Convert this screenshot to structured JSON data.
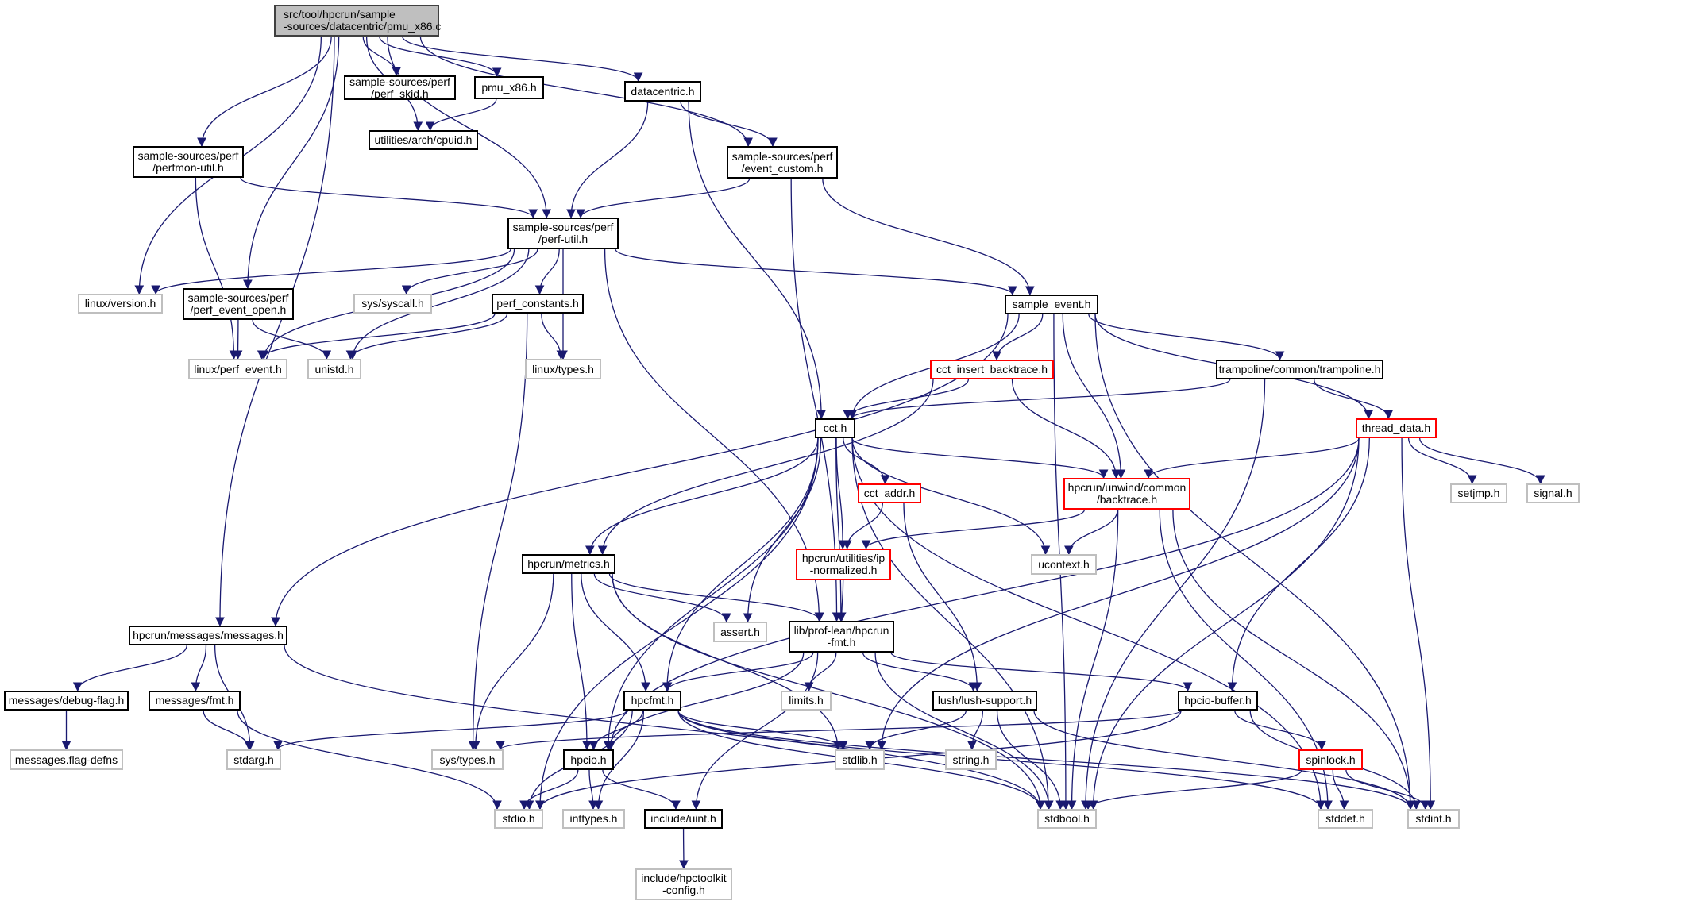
{
  "graph": {
    "title": "src/tool/hpcrun/sample-sources/datacentric/pmu_x86.c",
    "colors": {
      "edge": "#191970",
      "root_fill": "#bfbfbf",
      "node_border": "#000000",
      "external_border": "#bfbfbf",
      "truncated_border": "#ff0000"
    },
    "nodes": [
      {
        "id": "root",
        "label": "src/tool/hpcrun/sample\n-sources/datacentric/pmu_x86.c",
        "kind": "root"
      },
      {
        "id": "perf_skid",
        "label": "sample-sources/perf\n/perf_skid.h",
        "kind": "normal"
      },
      {
        "id": "pmu_x86",
        "label": "pmu_x86.h",
        "kind": "normal"
      },
      {
        "id": "datacentric",
        "label": "datacentric.h",
        "kind": "normal"
      },
      {
        "id": "cpuid",
        "label": "utilities/arch/cpuid.h",
        "kind": "normal"
      },
      {
        "id": "perfmon_util",
        "label": "sample-sources/perf\n/perfmon-util.h",
        "kind": "normal"
      },
      {
        "id": "event_custom",
        "label": "sample-sources/perf\n/event_custom.h",
        "kind": "normal"
      },
      {
        "id": "perf_util",
        "label": "sample-sources/perf\n/perf-util.h",
        "kind": "normal"
      },
      {
        "id": "linux_version",
        "label": "linux/version.h",
        "kind": "external"
      },
      {
        "id": "perf_event_open",
        "label": "sample-sources/perf\n/perf_event_open.h",
        "kind": "normal"
      },
      {
        "id": "sys_syscall",
        "label": "sys/syscall.h",
        "kind": "external"
      },
      {
        "id": "perf_constants",
        "label": "perf_constants.h",
        "kind": "normal"
      },
      {
        "id": "sample_event",
        "label": "sample_event.h",
        "kind": "normal"
      },
      {
        "id": "linux_perf_event",
        "label": "linux/perf_event.h",
        "kind": "external"
      },
      {
        "id": "unistd",
        "label": "unistd.h",
        "kind": "external"
      },
      {
        "id": "linux_types",
        "label": "linux/types.h",
        "kind": "external"
      },
      {
        "id": "cct_insert_backtrace",
        "label": "cct_insert_backtrace.h",
        "kind": "truncated"
      },
      {
        "id": "trampoline",
        "label": "trampoline/common/trampoline.h",
        "kind": "normal"
      },
      {
        "id": "thread_data",
        "label": "thread_data.h",
        "kind": "truncated"
      },
      {
        "id": "cct",
        "label": "cct.h",
        "kind": "normal"
      },
      {
        "id": "cct_addr",
        "label": "cct_addr.h",
        "kind": "truncated"
      },
      {
        "id": "backtrace",
        "label": "hpcrun/unwind/common\n/backtrace.h",
        "kind": "truncated"
      },
      {
        "id": "setjmp",
        "label": "setjmp.h",
        "kind": "external"
      },
      {
        "id": "signal",
        "label": "signal.h",
        "kind": "external"
      },
      {
        "id": "metrics",
        "label": "hpcrun/metrics.h",
        "kind": "normal"
      },
      {
        "id": "ip_normalized",
        "label": "hpcrun/utilities/ip\n-normalized.h",
        "kind": "truncated"
      },
      {
        "id": "ucontext",
        "label": "ucontext.h",
        "kind": "external"
      },
      {
        "id": "messages",
        "label": "hpcrun/messages/messages.h",
        "kind": "normal"
      },
      {
        "id": "assert",
        "label": "assert.h",
        "kind": "external"
      },
      {
        "id": "hpcrun_fmt",
        "label": "lib/prof-lean/hpcrun\n-fmt.h",
        "kind": "normal"
      },
      {
        "id": "debug_flag",
        "label": "messages/debug-flag.h",
        "kind": "normal"
      },
      {
        "id": "msg_fmt",
        "label": "messages/fmt.h",
        "kind": "normal"
      },
      {
        "id": "hpcfmt",
        "label": "hpcfmt.h",
        "kind": "normal"
      },
      {
        "id": "limits",
        "label": "limits.h",
        "kind": "external"
      },
      {
        "id": "lush",
        "label": "lush/lush-support.h",
        "kind": "normal"
      },
      {
        "id": "hpcio_buffer",
        "label": "hpcio-buffer.h",
        "kind": "normal"
      },
      {
        "id": "flag_defns",
        "label": "messages.flag-defns",
        "kind": "external"
      },
      {
        "id": "stdarg",
        "label": "stdarg.h",
        "kind": "external"
      },
      {
        "id": "sys_types",
        "label": "sys/types.h",
        "kind": "external"
      },
      {
        "id": "hpcio",
        "label": "hpcio.h",
        "kind": "normal"
      },
      {
        "id": "stdlib",
        "label": "stdlib.h",
        "kind": "external"
      },
      {
        "id": "string",
        "label": "string.h",
        "kind": "external"
      },
      {
        "id": "spinlock",
        "label": "spinlock.h",
        "kind": "truncated"
      },
      {
        "id": "stdio",
        "label": "stdio.h",
        "kind": "external"
      },
      {
        "id": "inttypes",
        "label": "inttypes.h",
        "kind": "external"
      },
      {
        "id": "uint",
        "label": "include/uint.h",
        "kind": "normal"
      },
      {
        "id": "stdbool",
        "label": "stdbool.h",
        "kind": "external"
      },
      {
        "id": "stddef",
        "label": "stddef.h",
        "kind": "external"
      },
      {
        "id": "stdint",
        "label": "stdint.h",
        "kind": "external"
      },
      {
        "id": "hpctoolkit_config",
        "label": "include/hpctoolkit\n-config.h",
        "kind": "external"
      }
    ],
    "edges": [
      [
        "root",
        "perf_skid"
      ],
      [
        "root",
        "pmu_x86"
      ],
      [
        "root",
        "datacentric"
      ],
      [
        "root",
        "cpuid"
      ],
      [
        "root",
        "perfmon_util"
      ],
      [
        "root",
        "event_custom"
      ],
      [
        "root",
        "perf_util"
      ],
      [
        "root",
        "linux_version"
      ],
      [
        "root",
        "perf_event_open"
      ],
      [
        "root",
        "messages"
      ],
      [
        "pmu_x86",
        "cpuid"
      ],
      [
        "datacentric",
        "perf_util"
      ],
      [
        "datacentric",
        "event_custom"
      ],
      [
        "datacentric",
        "cct"
      ],
      [
        "perfmon_util",
        "perf_util"
      ],
      [
        "perfmon_util",
        "linux_perf_event"
      ],
      [
        "event_custom",
        "perf_util"
      ],
      [
        "event_custom",
        "sample_event"
      ],
      [
        "event_custom",
        "hpcrun_fmt"
      ],
      [
        "perf_util",
        "linux_version"
      ],
      [
        "perf_util",
        "sys_syscall"
      ],
      [
        "perf_util",
        "perf_constants"
      ],
      [
        "perf_util",
        "linux_perf_event"
      ],
      [
        "perf_util",
        "unistd"
      ],
      [
        "perf_util",
        "linux_types"
      ],
      [
        "perf_util",
        "sample_event"
      ],
      [
        "perf_util",
        "hpcrun_fmt"
      ],
      [
        "perf_event_open",
        "linux_perf_event"
      ],
      [
        "perf_event_open",
        "unistd"
      ],
      [
        "perf_constants",
        "linux_perf_event"
      ],
      [
        "perf_constants",
        "unistd"
      ],
      [
        "perf_constants",
        "linux_types"
      ],
      [
        "perf_constants",
        "sys_types"
      ],
      [
        "sample_event",
        "messages"
      ],
      [
        "sample_event",
        "cct_insert_backtrace"
      ],
      [
        "sample_event",
        "cct"
      ],
      [
        "sample_event",
        "trampoline"
      ],
      [
        "sample_event",
        "thread_data"
      ],
      [
        "sample_event",
        "backtrace"
      ],
      [
        "sample_event",
        "stdbool"
      ],
      [
        "sample_event",
        "stdint"
      ],
      [
        "cct_insert_backtrace",
        "cct"
      ],
      [
        "cct_insert_backtrace",
        "backtrace"
      ],
      [
        "cct_insert_backtrace",
        "metrics"
      ],
      [
        "trampoline",
        "cct"
      ],
      [
        "trampoline",
        "thread_data"
      ],
      [
        "trampoline",
        "stdbool"
      ],
      [
        "thread_data",
        "backtrace"
      ],
      [
        "thread_data",
        "setjmp"
      ],
      [
        "thread_data",
        "signal"
      ],
      [
        "thread_data",
        "hpcio_buffer"
      ],
      [
        "thread_data",
        "stdlib"
      ],
      [
        "thread_data",
        "hpcio"
      ],
      [
        "thread_data",
        "stdbool"
      ],
      [
        "thread_data",
        "stdint"
      ],
      [
        "cct",
        "metrics"
      ],
      [
        "cct",
        "cct_addr"
      ],
      [
        "cct",
        "ip_normalized"
      ],
      [
        "cct",
        "hpcrun_fmt"
      ],
      [
        "cct",
        "backtrace"
      ],
      [
        "cct",
        "ucontext"
      ],
      [
        "cct",
        "assert"
      ],
      [
        "cct",
        "hpcfmt"
      ],
      [
        "cct",
        "hpcio"
      ],
      [
        "cct",
        "stdio"
      ],
      [
        "cct",
        "stdbool"
      ],
      [
        "cct",
        "stddef"
      ],
      [
        "cct_addr",
        "ip_normalized"
      ],
      [
        "cct_addr",
        "lush"
      ],
      [
        "backtrace",
        "ip_normalized"
      ],
      [
        "backtrace",
        "ucontext"
      ],
      [
        "backtrace",
        "stdbool"
      ],
      [
        "backtrace",
        "stddef"
      ],
      [
        "backtrace",
        "stdint"
      ],
      [
        "ip_normalized",
        "hpcrun_fmt"
      ],
      [
        "metrics",
        "hpcrun_fmt"
      ],
      [
        "metrics",
        "assert"
      ],
      [
        "metrics",
        "hpcfmt"
      ],
      [
        "metrics",
        "hpcio"
      ],
      [
        "metrics",
        "sys_types"
      ],
      [
        "metrics",
        "stdlib"
      ],
      [
        "metrics",
        "stdbool"
      ],
      [
        "messages",
        "debug_flag"
      ],
      [
        "messages",
        "msg_fmt"
      ],
      [
        "messages",
        "stdarg"
      ],
      [
        "messages",
        "stdbool"
      ],
      [
        "debug_flag",
        "flag_defns"
      ],
      [
        "msg_fmt",
        "stdarg"
      ],
      [
        "msg_fmt",
        "stdio"
      ],
      [
        "hpcrun_fmt",
        "hpcfmt"
      ],
      [
        "hpcrun_fmt",
        "limits"
      ],
      [
        "hpcrun_fmt",
        "lush"
      ],
      [
        "hpcrun_fmt",
        "hpcio_buffer"
      ],
      [
        "hpcrun_fmt",
        "hpcio"
      ],
      [
        "hpcrun_fmt",
        "uint"
      ],
      [
        "hpcrun_fmt",
        "stdbool"
      ],
      [
        "hpcfmt",
        "stdarg"
      ],
      [
        "hpcfmt",
        "hpcio"
      ],
      [
        "hpcfmt",
        "stdio"
      ],
      [
        "hpcfmt",
        "inttypes"
      ],
      [
        "hpcfmt",
        "stdlib"
      ],
      [
        "hpcfmt",
        "stdbool"
      ],
      [
        "hpcfmt",
        "stddef"
      ],
      [
        "hpcfmt",
        "stdint"
      ],
      [
        "lush",
        "stdlib"
      ],
      [
        "lush",
        "string"
      ],
      [
        "lush",
        "stdbool"
      ],
      [
        "lush",
        "stdint"
      ],
      [
        "hpcio_buffer",
        "sys_types"
      ],
      [
        "hpcio_buffer",
        "spinlock"
      ],
      [
        "hpcio_buffer",
        "stdio"
      ],
      [
        "hpcio_buffer",
        "stdint"
      ],
      [
        "hpcio",
        "stdio"
      ],
      [
        "hpcio",
        "inttypes"
      ],
      [
        "hpcio",
        "uint"
      ],
      [
        "spinlock",
        "stdbool"
      ],
      [
        "spinlock",
        "stddef"
      ],
      [
        "spinlock",
        "stdint"
      ],
      [
        "uint",
        "hpctoolkit_config"
      ]
    ]
  }
}
